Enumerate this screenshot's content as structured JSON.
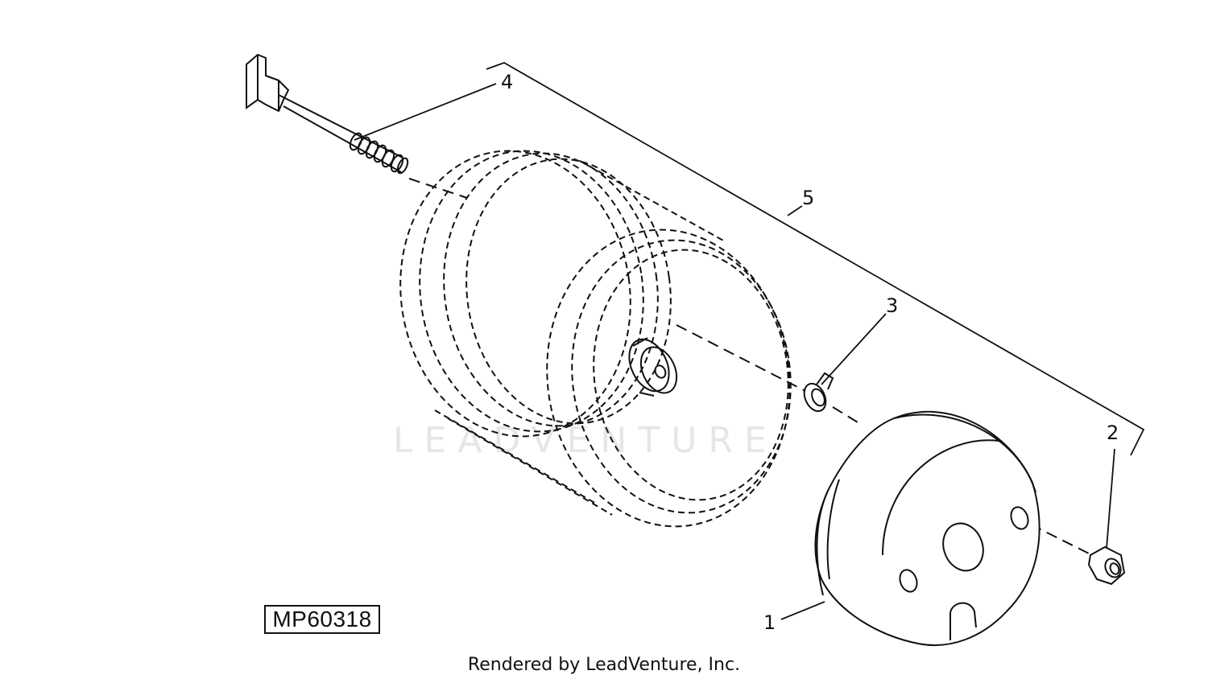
{
  "diagram": {
    "callouts": [
      {
        "id": "1",
        "label": "1"
      },
      {
        "id": "2",
        "label": "2"
      },
      {
        "id": "3",
        "label": "3"
      },
      {
        "id": "4",
        "label": "4"
      },
      {
        "id": "5",
        "label": "5"
      }
    ],
    "figure_id": "MP60318",
    "watermark": "LEADVENTURE",
    "footer": "Rendered by LeadVenture, Inc."
  }
}
